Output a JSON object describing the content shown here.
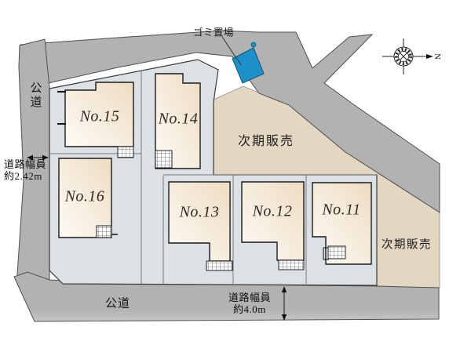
{
  "diagram": {
    "lots": [
      {
        "label": "No.15"
      },
      {
        "label": "No.14"
      },
      {
        "label": "No.16"
      },
      {
        "label": "No.13"
      },
      {
        "label": "No.12"
      },
      {
        "label": "No.11"
      }
    ],
    "roads": {
      "left": {
        "name": "公道",
        "width_label": "道路幅員",
        "width_value": "約2.42m"
      },
      "bottom": {
        "name": "公道",
        "width_label": "道路幅員",
        "width_value": "約4.0m"
      }
    },
    "future_sale_areas": [
      {
        "label": "次期販売"
      },
      {
        "label": "次期販売"
      }
    ],
    "garbage_station": {
      "label": "ゴミ置場"
    },
    "compass": {
      "label": "N"
    },
    "colors": {
      "road": "#b2b2b2",
      "residential_block": "#dce1e5",
      "building_gradient_light": "#fdfbf6",
      "building_gradient_dark": "#eedcc2",
      "future_sale": "#e3d7c2",
      "garbage_station": "#1b90c9",
      "outline": "#3a3a3a"
    }
  }
}
